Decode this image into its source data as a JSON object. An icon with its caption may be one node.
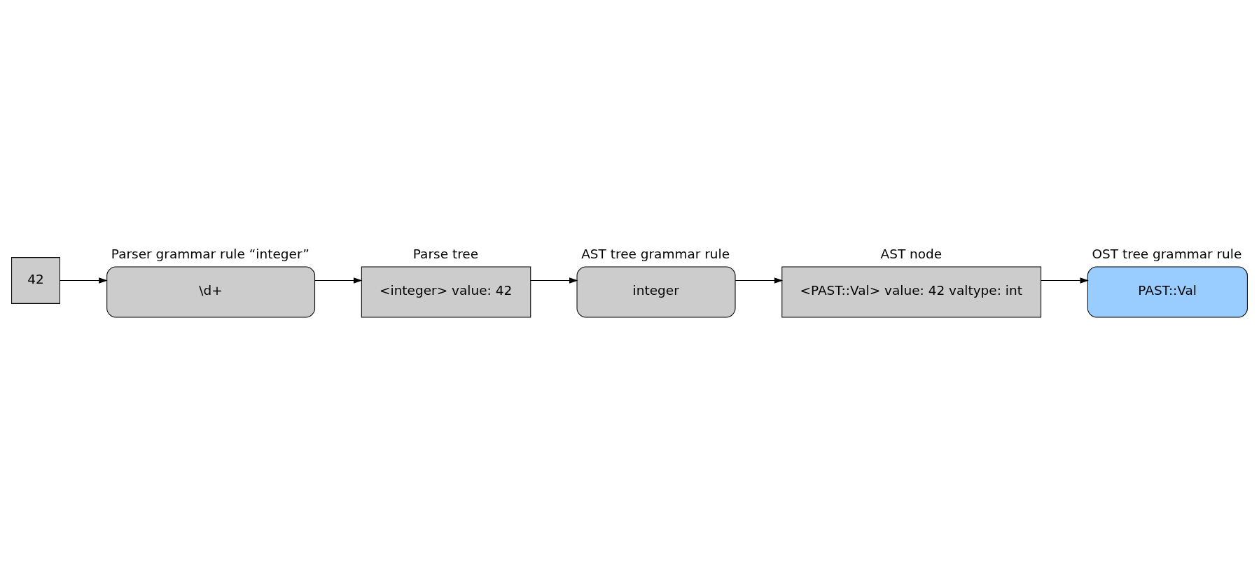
{
  "diagram": {
    "nodes": [
      {
        "text": [
          "42"
        ]
      },
      {
        "text": [
          "Parser grammar rule “integer”",
          "\\d+"
        ]
      },
      {
        "text": [
          "Parse tree",
          "<integer> value: 42"
        ]
      },
      {
        "text": [
          "AST tree grammar rule",
          "integer"
        ]
      },
      {
        "text": [
          "AST node",
          "<PAST::Val> value: 42 valtype: int"
        ]
      },
      {
        "text": [
          "OST tree grammar rule",
          "PAST::Val"
        ]
      }
    ],
    "edges": [
      {
        "from": 0,
        "to": 1,
        "arrow": "to"
      },
      {
        "from": 1,
        "to": 2,
        "arrow": "to"
      },
      {
        "from": 2,
        "to": 3,
        "arrow": "to"
      },
      {
        "from": 3,
        "to": 4,
        "arrow": "to"
      },
      {
        "from": 4,
        "to": 5,
        "arrow": "to"
      }
    ]
  }
}
